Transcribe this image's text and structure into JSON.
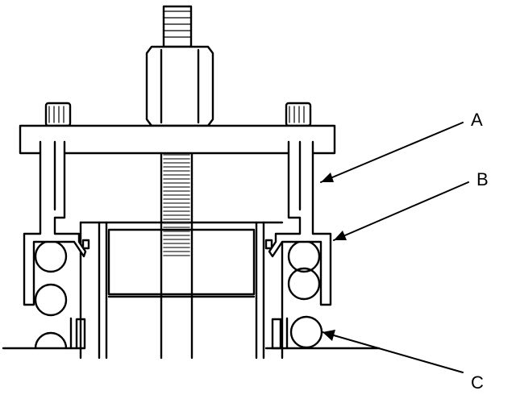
{
  "callouts": {
    "a": "A",
    "b": "B",
    "c": "C"
  },
  "colors": {
    "line": "#000000",
    "background": "#ffffff",
    "thread": "#4d4d4d"
  }
}
